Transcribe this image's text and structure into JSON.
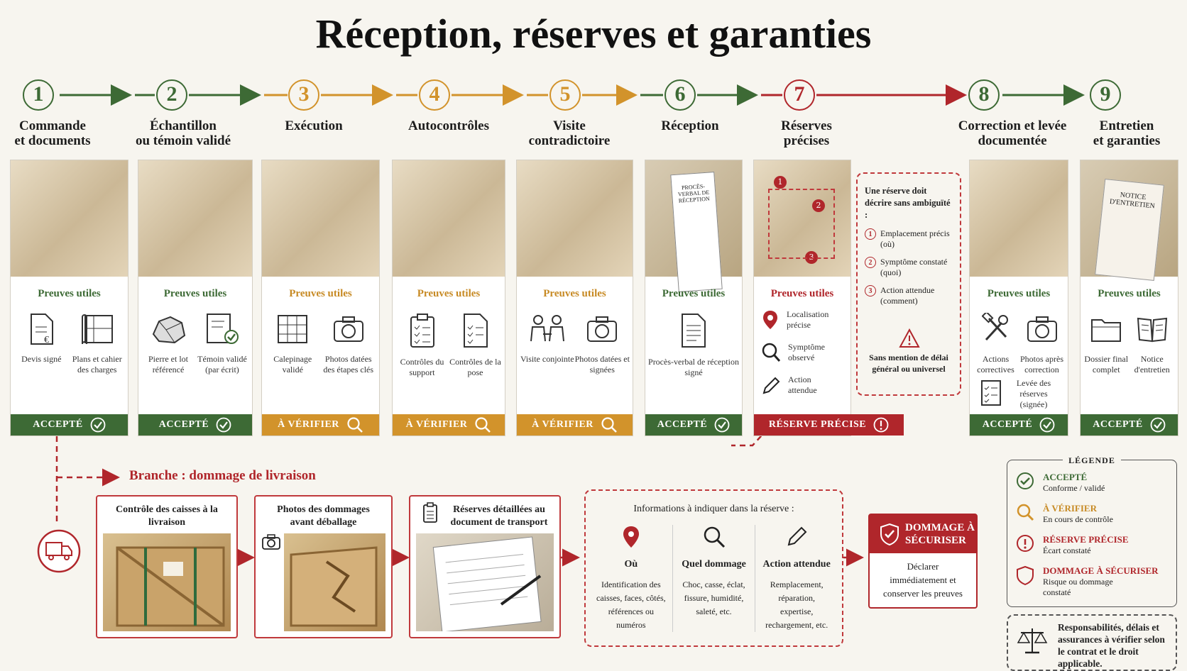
{
  "title": "Réception, réserves et garanties",
  "steps": [
    {
      "num": "1",
      "label1": "Commande",
      "label2": "et documents",
      "proof": "Preuves utiles",
      "items": [
        "Devis signé",
        "Plans et cahier des charges"
      ],
      "status": "ACCEPTÉ"
    },
    {
      "num": "2",
      "label1": "Échantillon",
      "label2": "ou témoin validé",
      "proof": "Preuves utiles",
      "items": [
        "Pierre et lot référencé",
        "Témoin validé (par écrit)"
      ],
      "status": "ACCEPTÉ"
    },
    {
      "num": "3",
      "label1": "Exécution",
      "label2": "",
      "proof": "Preuves utiles",
      "items": [
        "Calepinage validé",
        "Photos datées des étapes clés"
      ],
      "status": "À VÉRIFIER"
    },
    {
      "num": "4",
      "label1": "Autocontrôles",
      "label2": "",
      "proof": "Preuves utiles",
      "items": [
        "Contrôles du support",
        "Contrôles de la pose"
      ],
      "status": "À VÉRIFIER"
    },
    {
      "num": "5",
      "label1": "Visite",
      "label2": "contradictoire",
      "proof": "Preuves utiles",
      "items": [
        "Visite conjointe",
        "Photos datées et signées"
      ],
      "status": "À VÉRIFIER"
    },
    {
      "num": "6",
      "label1": "Réception",
      "label2": "",
      "proof": "Preuves utiles",
      "items": [
        "Procès-verbal de réception signé"
      ],
      "status": "ACCEPTÉ"
    },
    {
      "num": "7",
      "label1": "Réserves",
      "label2": "précises",
      "proof": "Preuves utiles",
      "items": [
        "Localisation précise",
        "Symptôme observé",
        "Action attendue"
      ],
      "status": "RÉSERVE PRÉCISE"
    },
    {
      "num": "8",
      "label1": "Correction et levée",
      "label2": "documentée",
      "proof": "Preuves utiles",
      "items": [
        "Actions correctives",
        "Photos après correction",
        "Levée des réserves (signée)"
      ],
      "status": "ACCEPTÉ"
    },
    {
      "num": "9",
      "label1": "Entretien",
      "label2": "et garanties",
      "proof": "Preuves utiles",
      "items": [
        "Dossier final complet",
        "Notice d'entretien"
      ],
      "status": "ACCEPTÉ"
    }
  ],
  "image_texts": {
    "pv": "PROCÈS-VERBAL DE RÉCEPTION",
    "notice": "NOTICE D'ENTRETIEN",
    "m1": "1",
    "m2": "2",
    "m3": "3"
  },
  "reserve_box": {
    "heading": "Une réserve doit décrire sans ambiguïté :",
    "lines": [
      {
        "n": "1",
        "t": "Emplacement précis (où)"
      },
      {
        "n": "2",
        "t": "Symptôme constaté (quoi)"
      },
      {
        "n": "3",
        "t": "Action attendue (comment)"
      }
    ],
    "footer": "Sans mention de délai général ou universel"
  },
  "branch": {
    "title": "Branche : dommage de livraison",
    "boxes": [
      "Contrôle des caisses à la livraison",
      "Photos des dommages avant déballage",
      "Réserves détaillées au document de transport"
    ],
    "info_heading": "Informations à indiquer dans la réserve :",
    "info_cols": [
      {
        "t": "Où",
        "d": "Identification des caisses, faces, côtés, références ou numéros"
      },
      {
        "t": "Quel dommage",
        "d": "Choc, casse, éclat, fissure, humidité, saleté, etc."
      },
      {
        "t": "Action attendue",
        "d": "Remplacement, réparation, expertise, rechargement, etc."
      }
    ],
    "danger_title": "DOMMAGE À SÉCURISER",
    "danger_text": "Déclarer immédiatement et conserver les preuves"
  },
  "legend": {
    "heading": "LÉGENDE",
    "items": [
      {
        "k": "ACCEPTÉ",
        "v": "Conforme / validé"
      },
      {
        "k": "À VÉRIFIER",
        "v": "En cours de contrôle"
      },
      {
        "k": "RÉSERVE PRÉCISE",
        "v": "Écart constaté"
      },
      {
        "k": "DOMMAGE À SÉCURISER",
        "v": "Risque ou dommage constaté"
      }
    ]
  },
  "responsibility": "Responsabilités, délais et assurances à vérifier selon le contrat et le droit applicable.",
  "colors": {
    "green": "#3d6a35",
    "orange": "#d2932b",
    "red": "#b0262b"
  }
}
